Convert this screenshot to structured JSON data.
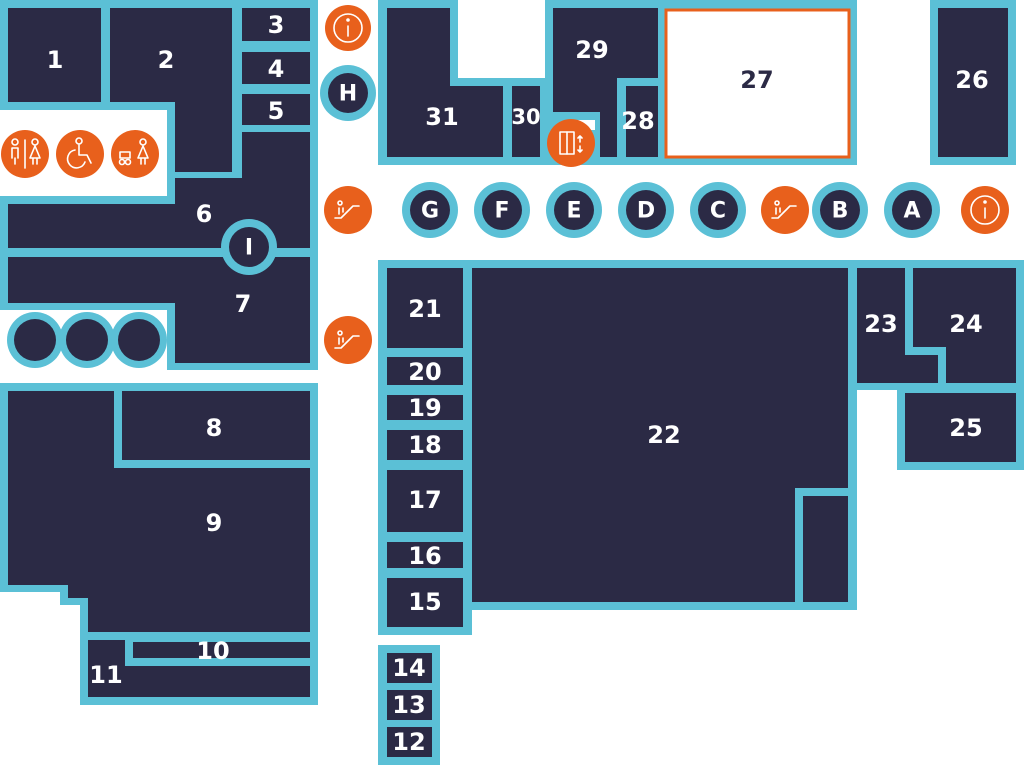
{
  "colors": {
    "room": "#2b2a45",
    "wall": "#5bc0d6",
    "amenity": "#e8601c",
    "highlight_room": "#ffffff"
  },
  "rooms": {
    "r1": "1",
    "r2": "2",
    "r3": "3",
    "r4": "4",
    "r5": "5",
    "r6": "6",
    "r7": "7",
    "r8": "8",
    "r9": "9",
    "r10": "10",
    "r11": "11",
    "r12": "12",
    "r13": "13",
    "r14": "14",
    "r15": "15",
    "r16": "16",
    "r17": "17",
    "r18": "18",
    "r19": "19",
    "r20": "20",
    "r21": "21",
    "r22": "22",
    "r23": "23",
    "r24": "24",
    "r25": "25",
    "r26": "26",
    "r27": "27",
    "r28": "28",
    "r29": "29",
    "r30": "30",
    "r31": "31"
  },
  "selected_room": "27",
  "kiosks": {
    "A": "A",
    "B": "B",
    "C": "C",
    "D": "D",
    "E": "E",
    "F": "F",
    "G": "G",
    "H": "H",
    "I": "I"
  },
  "amenities": [
    "info-icon",
    "escalator-icon",
    "elevator-icon",
    "restroom-icon",
    "accessible-icon",
    "baby-change-icon"
  ]
}
